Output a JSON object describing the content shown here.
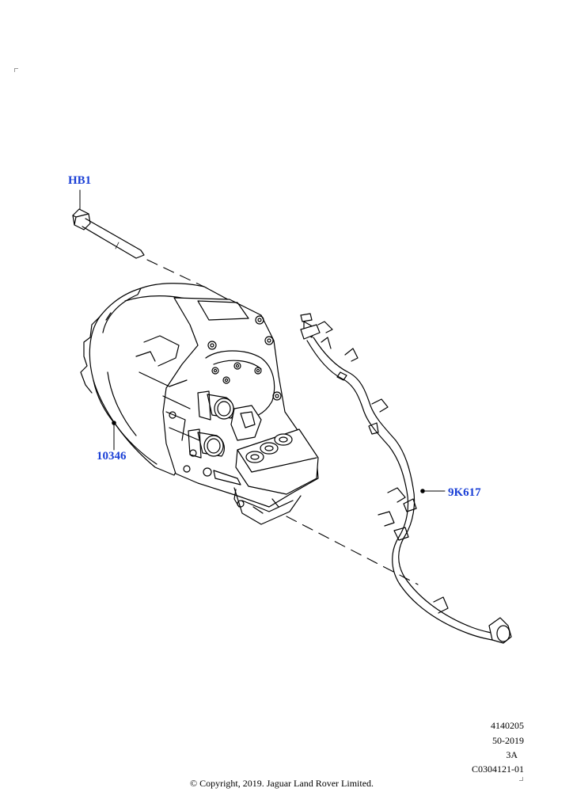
{
  "callouts": {
    "bolt": "HB1",
    "transmission": "10346",
    "pipe": "9K617"
  },
  "reference": {
    "line1": "4140205",
    "line2": "50-2019",
    "line3": "3A",
    "line4": "C0304121-01"
  },
  "copyright": "© Copyright, 2019. Jaguar Land Rover Limited.",
  "colors": {
    "callout": "#1a3fd6",
    "line": "#000000"
  }
}
